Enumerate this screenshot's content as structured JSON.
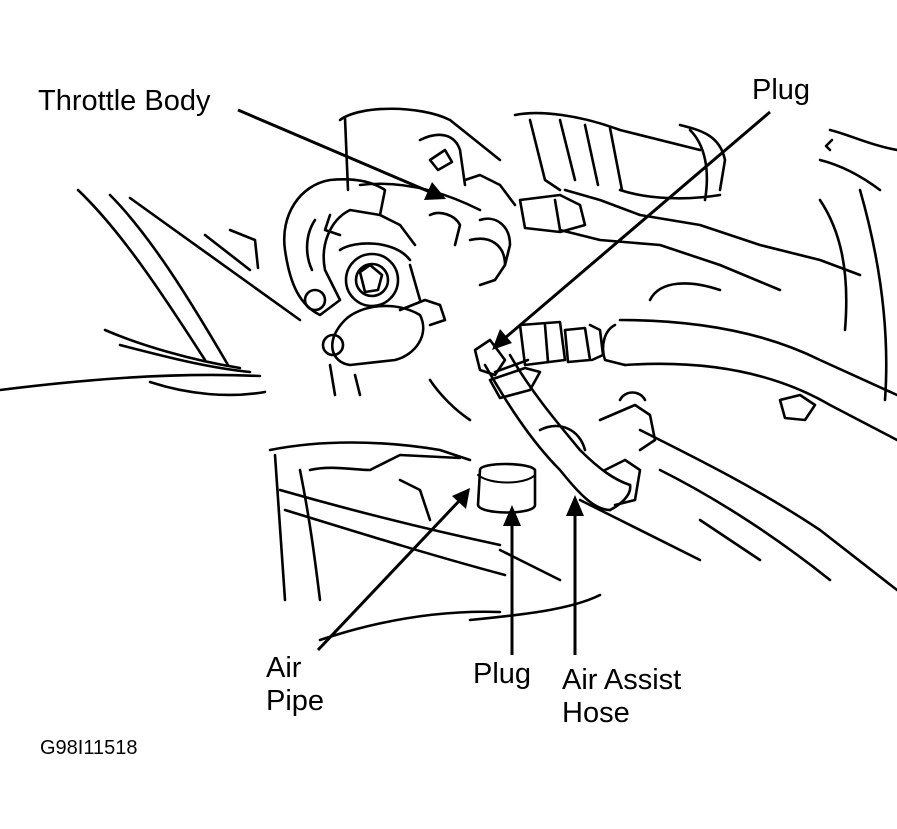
{
  "labels": {
    "throttle_body": "Throttle Body",
    "plug_top": "Plug",
    "air_pipe_line1": "Air",
    "air_pipe_line2": "Pipe",
    "plug_bottom": "Plug",
    "air_assist_line1": "Air Assist",
    "air_assist_line2": "Hose"
  },
  "figure_code": "G98I11518"
}
